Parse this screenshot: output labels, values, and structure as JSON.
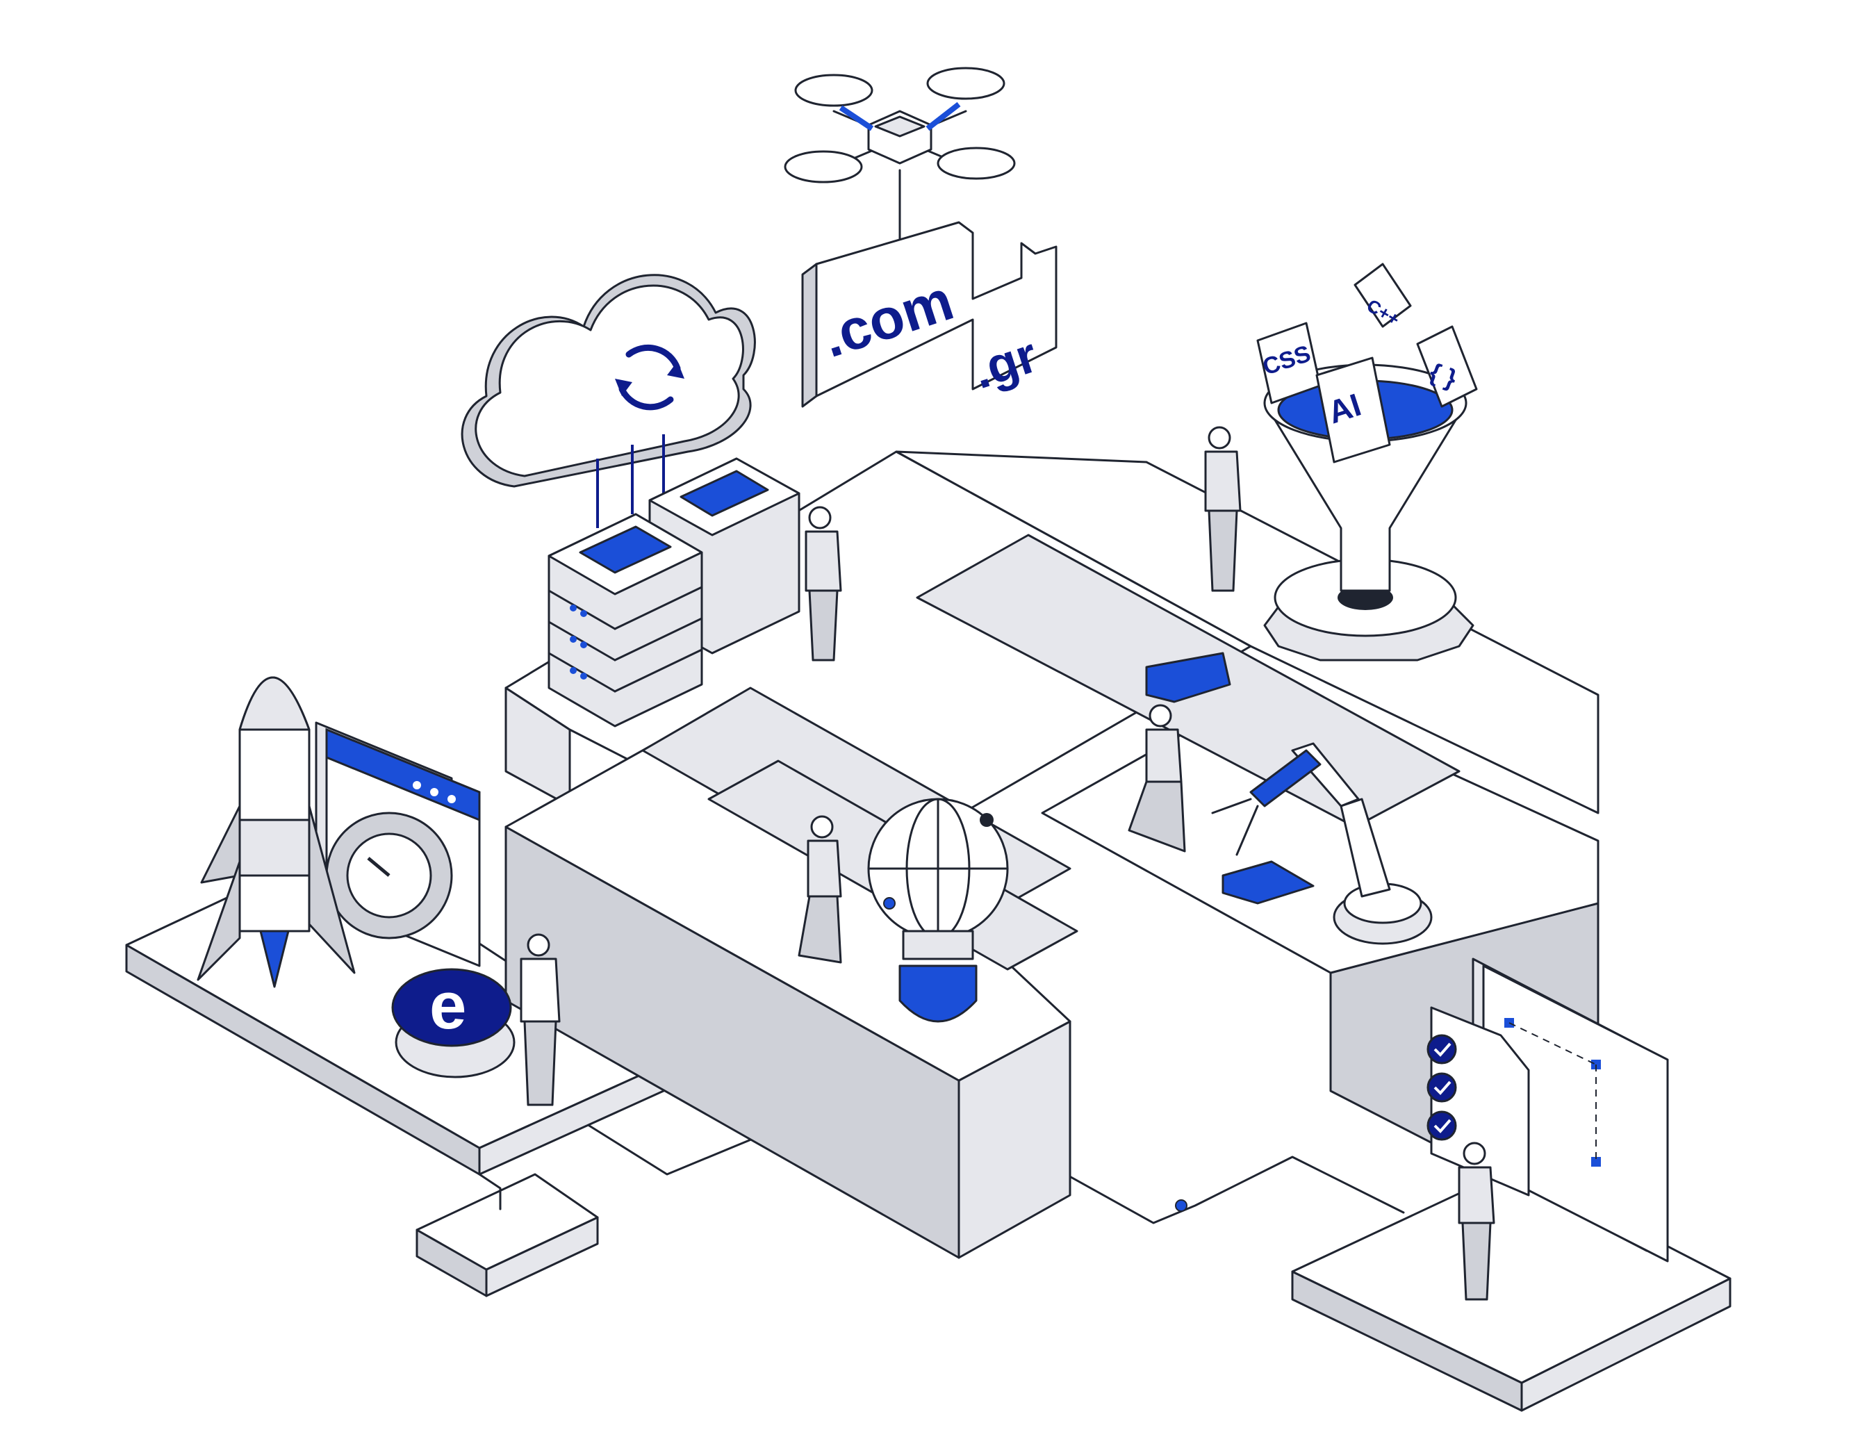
{
  "domains": {
    "primary": ".com",
    "secondary": ".gr"
  },
  "funnel_tiles": {
    "css": "CSS",
    "ai": "AI",
    "cpp": "C++",
    "braces": "{ }"
  },
  "badge_letter": "e",
  "colors": {
    "accent": "#1b4fd8",
    "navy": "#0e1c8c",
    "platform": "#e6e7ec",
    "outline": "#1f2430"
  },
  "icons": [
    "drone-icon",
    "cloud-sync-icon",
    "server-stack-icon",
    "rocket-icon",
    "browser-window-icon",
    "speedometer-gear-icon",
    "lightbulb-globe-icon",
    "puzzle-piece-icon",
    "robot-arm-icon",
    "funnel-icon",
    "gear-icon",
    "checklist-document-icon",
    "wireframe-screen-icon"
  ]
}
